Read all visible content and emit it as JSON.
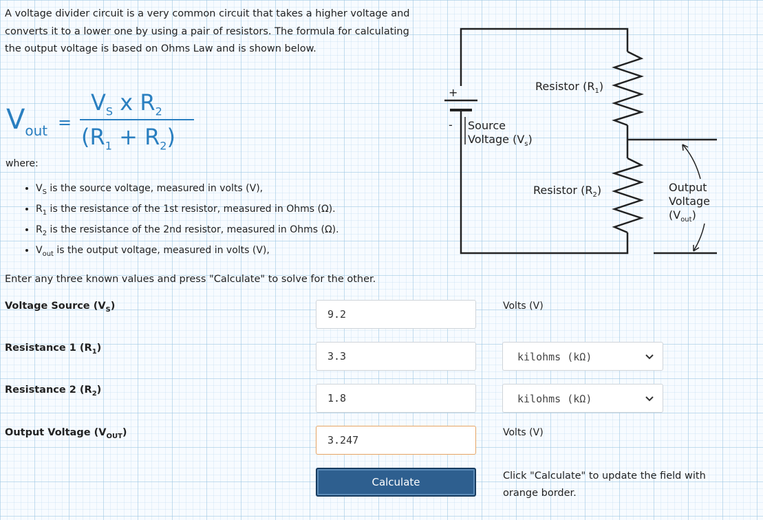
{
  "intro": "A voltage divider circuit is a very common circuit that takes a higher voltage and converts it to a lower one by using a pair of resistors. The formula for calculating the output voltage is based on Ohms Law and is shown below.",
  "formula": {
    "lhs": "V",
    "lhs_sub": "out",
    "equals": "=",
    "numerator_v": "V",
    "numerator_v_sub": "S",
    "numerator_times": " x R",
    "numerator_r_sub": "2",
    "denominator_open": "(R",
    "denominator_r1_sub": "1",
    "denominator_plus": " + R",
    "denominator_r2_sub": "2",
    "denominator_close": ")"
  },
  "where_label": "where:",
  "definitions": [
    {
      "symbol": "V",
      "sub": "S",
      "text": " is the source voltage, measured in volts (V),"
    },
    {
      "symbol": "R",
      "sub": "1",
      "text": " is the resistance of the 1st resistor, measured in Ohms (Ω)."
    },
    {
      "symbol": "R",
      "sub": "2",
      "text": " is the resistance of the 2nd resistor, measured in Ohms (Ω)."
    },
    {
      "symbol": "V",
      "sub": "out",
      "text": " is the output voltage, measured in volts (V),"
    }
  ],
  "diagram": {
    "resistor1_label": "Resistor (R",
    "resistor1_sub": "1",
    "resistor2_label": "Resistor (R",
    "resistor2_sub": "2",
    "close_paren": ")",
    "plus": "+",
    "minus": "-",
    "source_line1": "Source",
    "source_line2": "Voltage (V",
    "source_sub": "s",
    "output_line1": "Output",
    "output_line2": "Voltage",
    "output_line3": "(V",
    "output_sub": "out"
  },
  "instructions": "Enter any three known values and press \"Calculate\" to solve for the other.",
  "fields": {
    "vs": {
      "label": "Voltage Source (V",
      "sub": "S",
      "close": ")",
      "value": "9.2",
      "unit": "Volts (V)"
    },
    "r1": {
      "label": "Resistance 1 (R",
      "sub": "1",
      "close": ")",
      "value": "3.3",
      "unit_select": "kilohms (kΩ)"
    },
    "r2": {
      "label": "Resistance 2 (R",
      "sub": "2",
      "close": ")",
      "value": "1.8",
      "unit_select": "kilohms (kΩ)"
    },
    "vout": {
      "label": "Output Voltage (V",
      "sub": "OUT",
      "close": ")",
      "value": "3.247",
      "unit": "Volts (V)"
    }
  },
  "calculate_label": "Calculate",
  "note": "Click \"Calculate\" to update the field with orange border.",
  "colors": {
    "formula": "#2a7fc0",
    "button": "#2e5f8f",
    "highlight_border": "#e5a362"
  }
}
